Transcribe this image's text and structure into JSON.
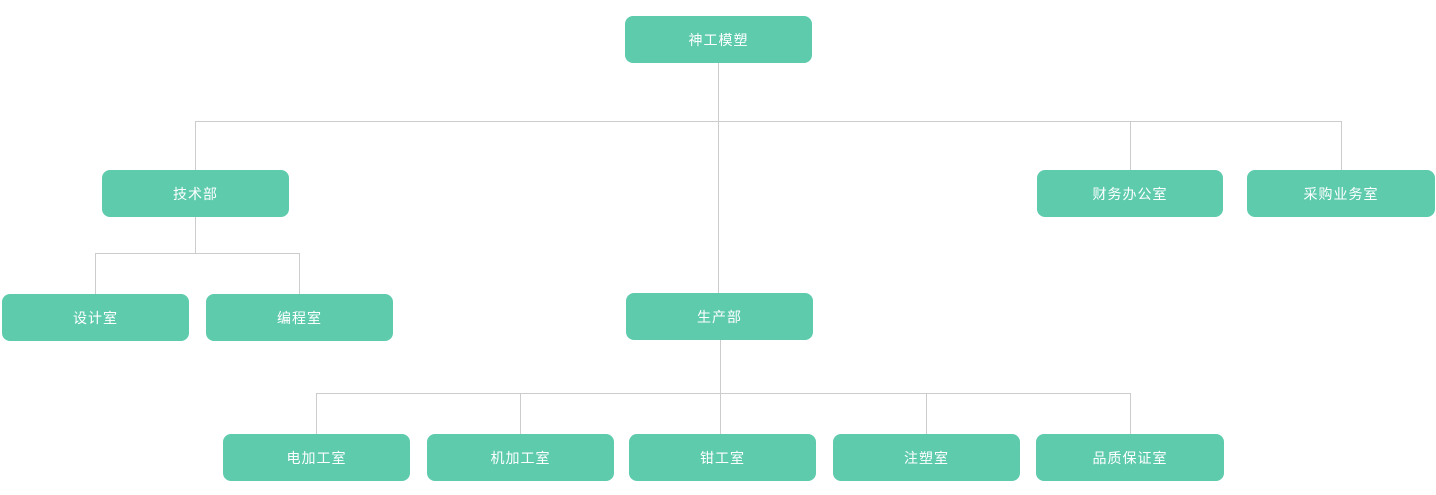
{
  "org_chart": {
    "root": {
      "label": "神工模塑"
    },
    "departments": [
      {
        "label": "技术部",
        "children": [
          {
            "label": "设计室"
          },
          {
            "label": "编程室"
          }
        ]
      },
      {
        "label": "生产部",
        "children": [
          {
            "label": "电加工室"
          },
          {
            "label": "机加工室"
          },
          {
            "label": "钳工室"
          },
          {
            "label": "注塑室"
          },
          {
            "label": "品质保证室"
          }
        ]
      },
      {
        "label": "财务办公室",
        "children": []
      },
      {
        "label": "采购业务室",
        "children": []
      }
    ],
    "colors": {
      "node_fill": "#5ecbad",
      "node_text": "#ffffff",
      "connector": "#cccccc",
      "background": "#ffffff"
    }
  }
}
